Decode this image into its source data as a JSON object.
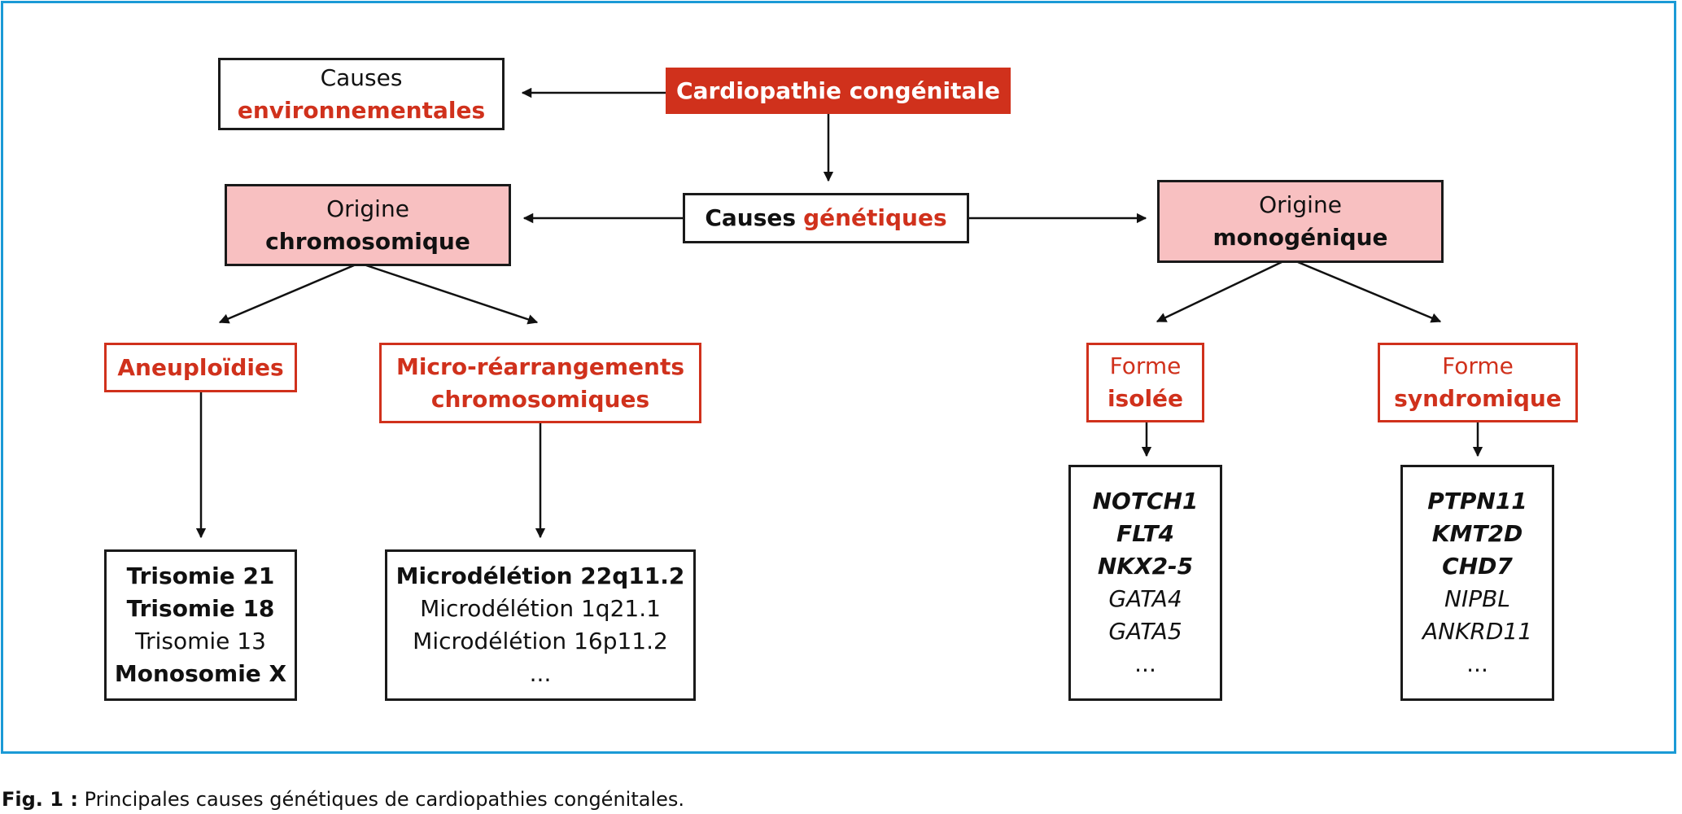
{
  "diagram": {
    "root": "Cardiopathie congénitale",
    "environmental": {
      "line1": "Causes",
      "line2": "environnementales"
    },
    "genetic": {
      "part1": "Causes",
      "part2": "génétiques"
    },
    "chromosomal": {
      "line1": "Origine",
      "line2": "chromosomique"
    },
    "monogenic": {
      "line1": "Origine",
      "line2": "monogénique"
    },
    "aneuploidies": {
      "label": "Aneuploïdies",
      "items": [
        "Trisomie 21",
        "Trisomie 18",
        "Trisomie 13",
        "Monosomie X"
      ]
    },
    "microrearrangements": {
      "line1": "Micro-réarrangements",
      "line2": "chromosomiques",
      "items": [
        "Microdélétion 22q11.2",
        "Microdélétion 1q21.1",
        "Microdélétion 16p11.2",
        "..."
      ]
    },
    "isolated": {
      "line1": "Forme",
      "line2": "isolée",
      "items": [
        "NOTCH1",
        "FLT4",
        "NKX2-5",
        "GATA4",
        "GATA5",
        "..."
      ]
    },
    "syndromic": {
      "line1": "Forme",
      "line2": "syndromique",
      "items": [
        "PTPN11",
        "KMT2D",
        "CHD7",
        "NIPBL",
        "ANKRD11",
        "..."
      ]
    }
  },
  "caption": {
    "label": "Fig. 1 :",
    "text": "Principales causes génétiques de cardiopathies congénitales."
  },
  "colors": {
    "accent_red": "#d0311c",
    "pink_fill": "#f8c0c1",
    "frame_blue": "#1b9ad6"
  }
}
